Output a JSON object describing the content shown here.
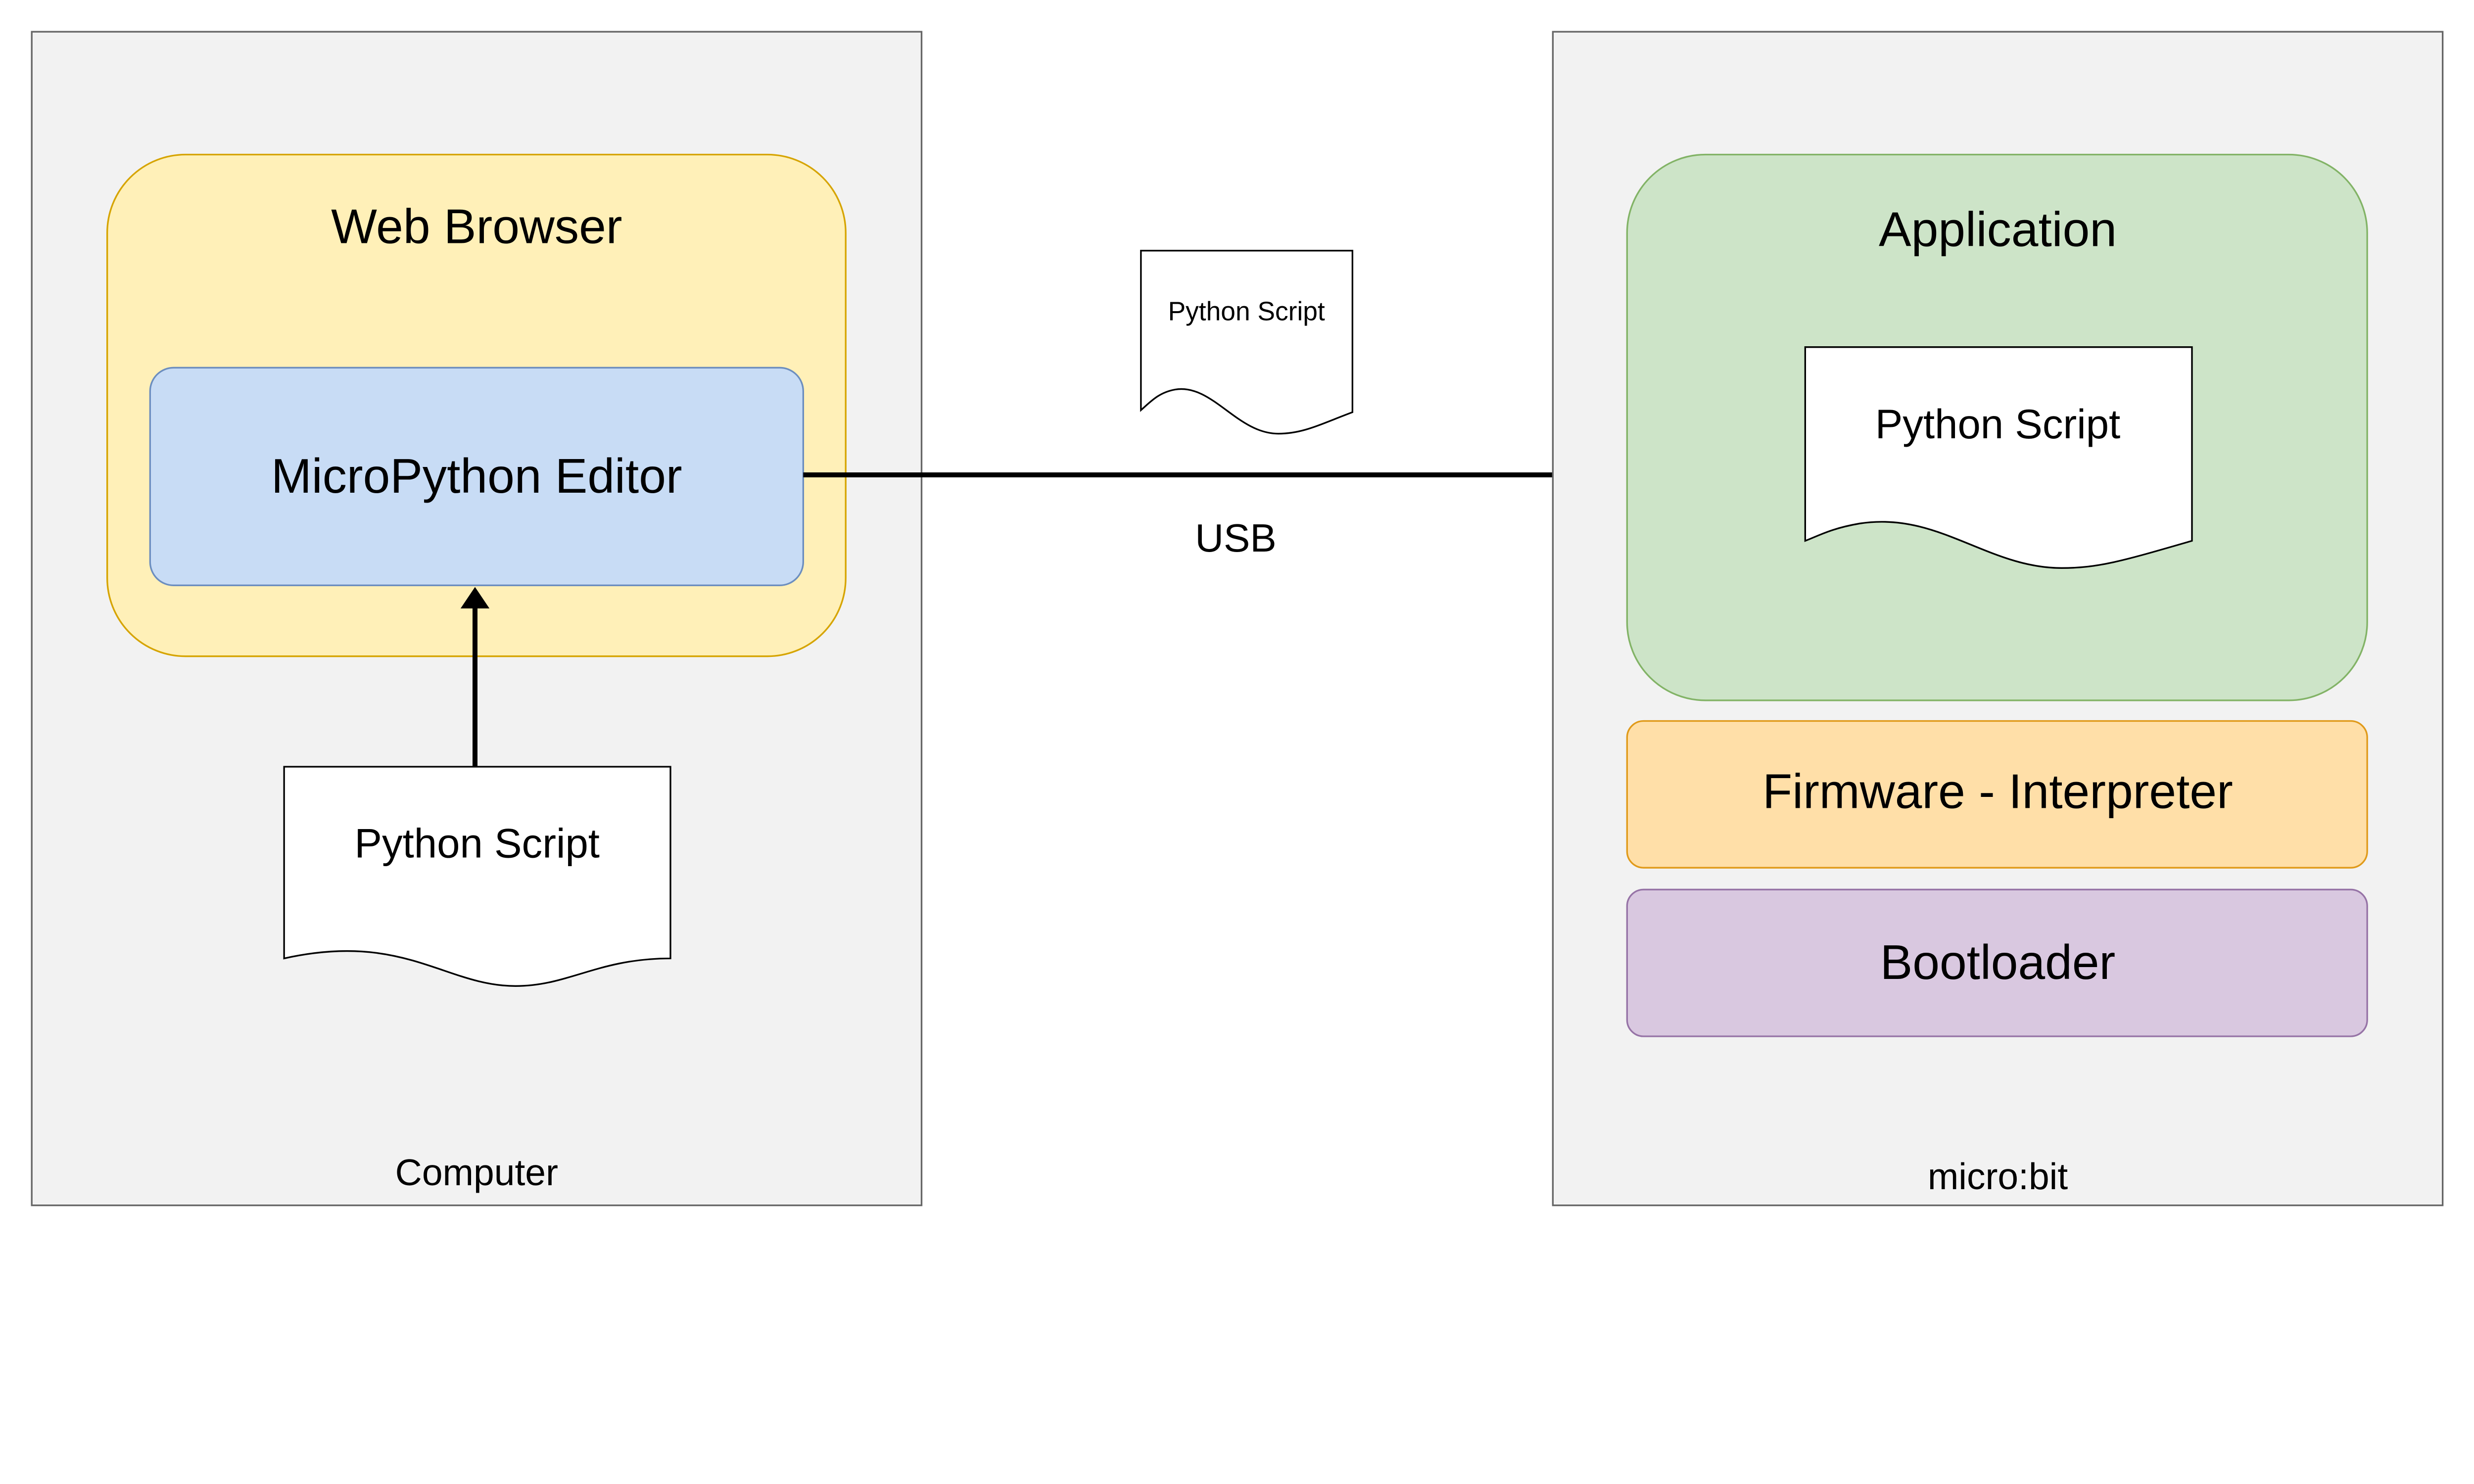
{
  "computer": {
    "label": "Computer",
    "web_browser": {
      "title": "Web Browser",
      "editor": "MicroPython Editor"
    },
    "document": "Python Script"
  },
  "transfer": {
    "document": "Python Script",
    "connection_label": "USB"
  },
  "microbit": {
    "label": "micro:bit",
    "application": {
      "title": "Application",
      "document": "Python Script"
    },
    "firmware": "Firmware - Interpreter",
    "bootloader": "Bootloader"
  },
  "colors": {
    "container_fill": "#f2f2f2",
    "container_stroke": "#666666",
    "browser_fill": "#fff0b8",
    "browser_stroke": "#d6a400",
    "editor_fill": "#c8dcf5",
    "editor_stroke": "#6c8ebf",
    "application_fill": "#cde4c8",
    "application_stroke": "#82b366",
    "firmware_fill": "#ffdfa8",
    "firmware_stroke": "#e09a1a",
    "bootloader_fill": "#d9c8e0",
    "bootloader_stroke": "#9673a6"
  }
}
